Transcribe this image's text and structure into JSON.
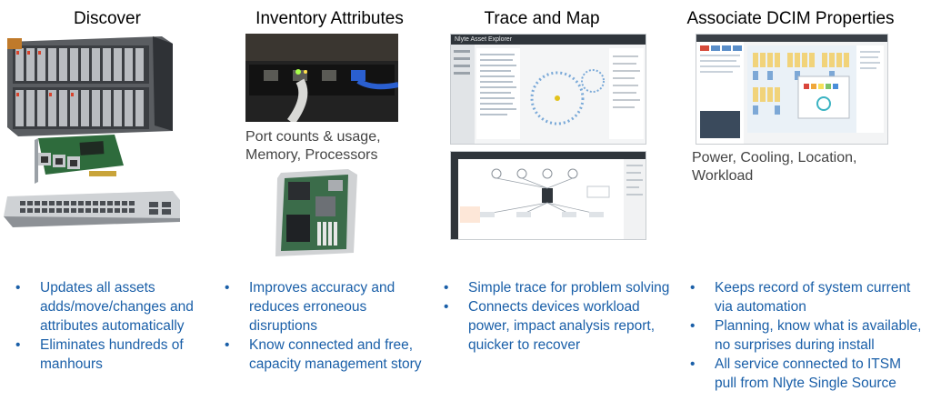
{
  "columns": [
    {
      "title": "Discover",
      "bullets": [
        "Updates all assets adds/move/changes and attributes automatically",
        "Eliminates hundreds of manhours"
      ]
    },
    {
      "title": "Inventory Attributes",
      "caption": [
        "Port counts & usage,",
        "Memory, Processors"
      ],
      "bullets": [
        "Improves accuracy and reduces erroneous disruptions",
        "Know connected and free, capacity management story"
      ]
    },
    {
      "title": "Trace and Map",
      "screenshot_title": "Nlyte Asset Explorer",
      "bullets": [
        "Simple trace for problem solving",
        "Connects devices workload power, impact analysis report, quicker to recover"
      ]
    },
    {
      "title": "Associate DCIM Properties",
      "caption": [
        "Power, Cooling, Location,",
        "Workload"
      ],
      "bullets": [
        "Keeps record of system current via automation",
        "Planning, know what is available, no surprises during install",
        "All service connected to ITSM pull from Nlyte Single Source"
      ]
    }
  ],
  "colors": {
    "bullet_text": "#1a5fa8",
    "title_text": "#000000",
    "caption_text": "#444444"
  }
}
